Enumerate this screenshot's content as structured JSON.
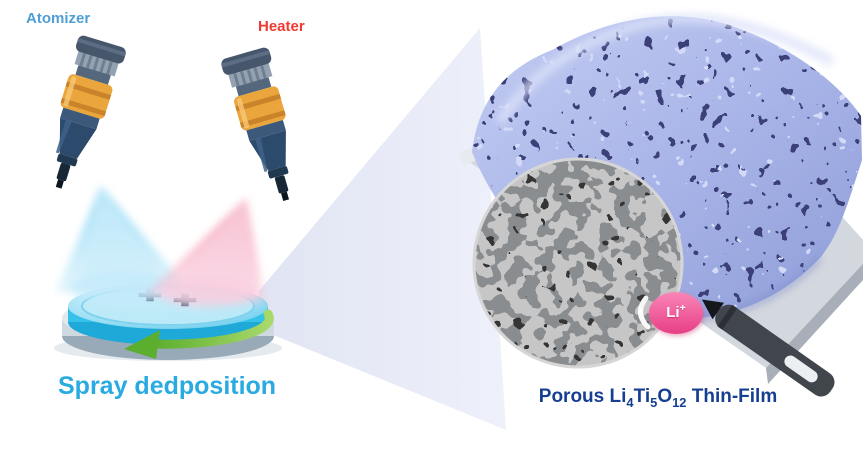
{
  "figure": {
    "labels": {
      "atomizer": "Atomizer",
      "heater": "Heater",
      "li_ion": {
        "base": "Li",
        "sup": "+"
      }
    },
    "captions": {
      "left": "Spray dedposition",
      "right_parts": [
        "Porous Li",
        "4",
        "Ti",
        "5",
        "O",
        "12",
        " Thin-Film"
      ]
    },
    "colors": {
      "atomizer_label": "#4f9fd4",
      "heater_label": "#ee3a31",
      "left_caption": "#29abe2",
      "right_caption": "#173f91",
      "li_badge_pink": "#ee4f8d",
      "spray_blue": "#9fdcf4",
      "spray_pink": "#f4a9c9",
      "film_blue": "#a9b5e8",
      "rotation_arrow_green": "#6cbb3c",
      "sem_gray": "#8a8d90",
      "nozzle_orange": "#eaa53c",
      "nozzle_steel": "#46566b"
    }
  }
}
